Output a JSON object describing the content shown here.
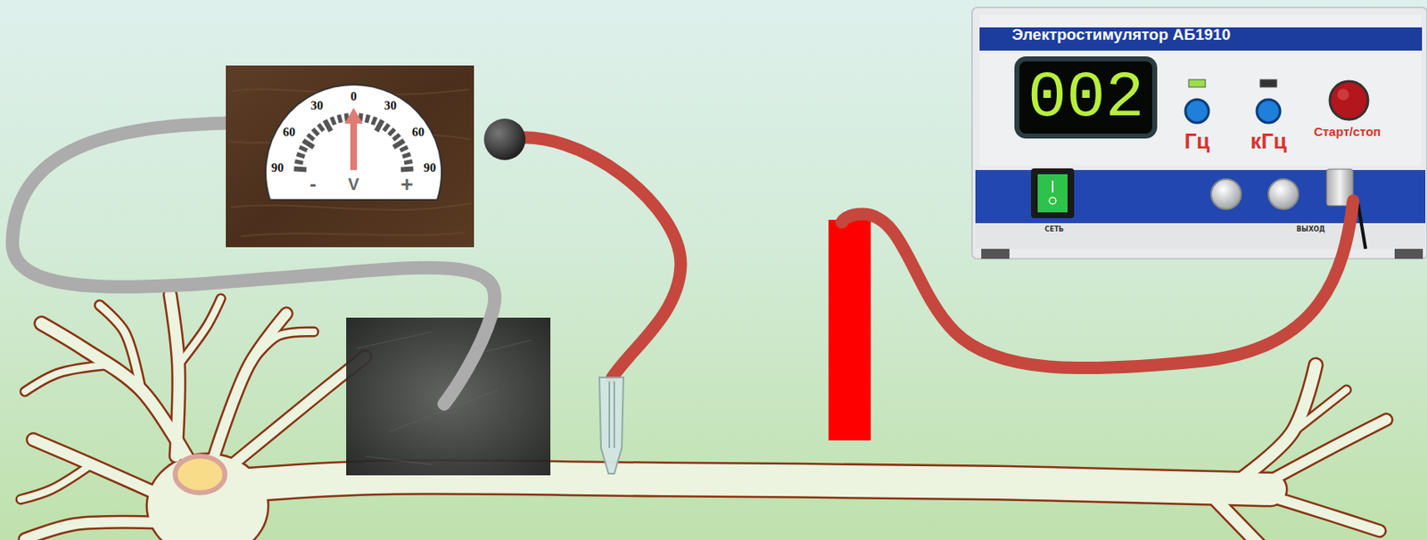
{
  "diagram": {
    "nodes": [
      {
        "text": [
          "Электростимулятор АБ1910"
        ]
      },
      {
        "text": [
          "002"
        ],
        "in": 0
      }
    ],
    "labels": [
      "90",
      "60",
      "30",
      "0",
      "30",
      "60",
      "90",
      "-",
      "V",
      "+",
      "Гц",
      "кГц",
      "Старт/стоп",
      "СЕТЬ",
      "ВЫХОД"
    ]
  }
}
